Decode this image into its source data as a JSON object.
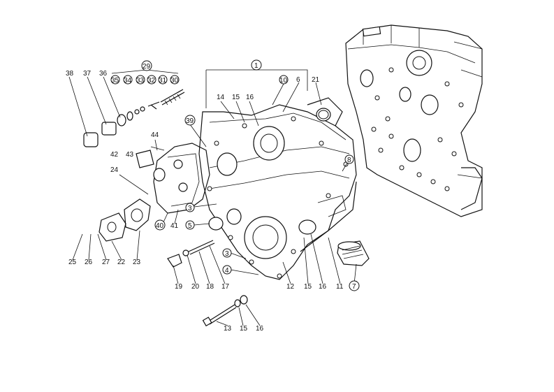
{
  "diagram": {
    "labels": {
      "l1": "1",
      "l3a": "3",
      "l3b": "3",
      "l4": "4",
      "l5": "5",
      "l6": "6",
      "l7": "7",
      "l8": "8",
      "l10": "10",
      "l11": "11",
      "l12": "12",
      "l13": "13",
      "l14": "14",
      "l15a": "15",
      "l15b": "15",
      "l15c": "15",
      "l16a": "16",
      "l16b": "16",
      "l16c": "16",
      "l17": "17",
      "l18": "18",
      "l19": "19",
      "l20": "20",
      "l21": "21",
      "l22": "22",
      "l23": "23",
      "l24": "24",
      "l25": "25",
      "l26": "26",
      "l27": "27",
      "l29": "29",
      "l30": "30",
      "l31": "31",
      "l32": "32",
      "l33": "33",
      "l34": "34",
      "l35": "35",
      "l36": "36",
      "l37": "37",
      "l38": "38",
      "l39": "39",
      "l40": "40",
      "l41": "41",
      "l42": "42",
      "l43": "43",
      "l44": "44"
    }
  }
}
